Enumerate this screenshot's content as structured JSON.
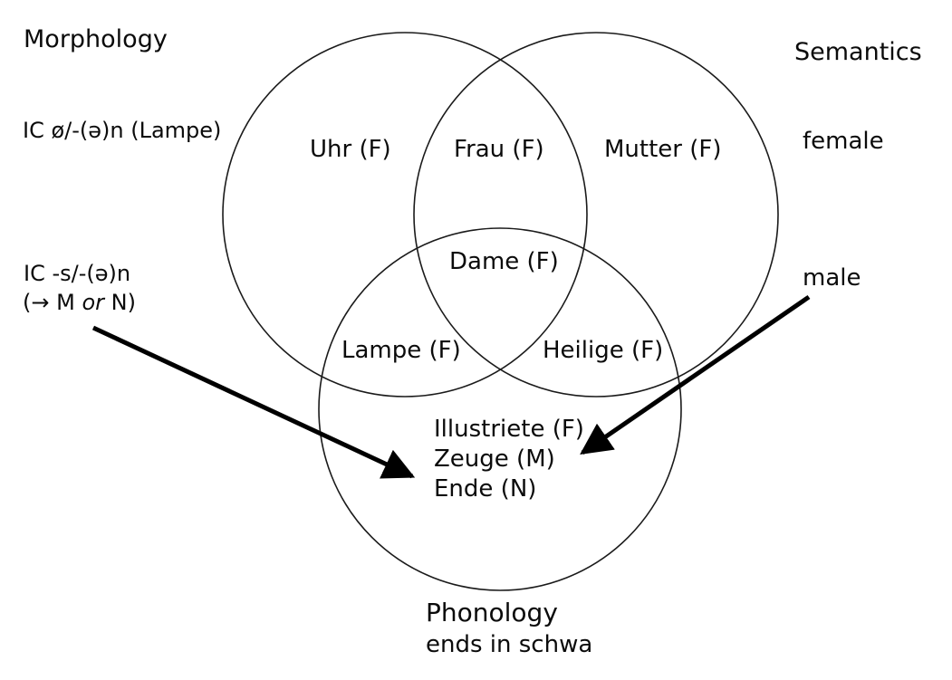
{
  "page": {
    "background": "#ffffff",
    "ink": "#000000"
  },
  "venn": {
    "circles": {
      "morphology": {
        "title": "Morphology",
        "criterion": "IC ø/-(ə)n (Lampe)"
      },
      "semantics": {
        "title": "Semantics",
        "label_female": "female",
        "label_male": "male"
      },
      "phonology": {
        "title": "Phonology",
        "criterion": "ends in schwa"
      }
    },
    "regions": {
      "morphology_only": "Uhr (F)",
      "morphology_semantics": "Frau (F)",
      "semantics_only": "Mutter (F)",
      "morphology_semantics_phonology": "Dame (F)",
      "morphology_phonology": "Lampe (F)",
      "semantics_phonology": "Heilige (F)",
      "phonology_only": [
        "Illustriete (F)",
        "Zeuge (M)",
        "Ende (N)"
      ]
    },
    "annotation_ic_s": {
      "line1": "IC -s/-(ə)n",
      "line2_prefix": "(→ M ",
      "line2_italic": "or",
      "line2_suffix": " N)"
    }
  }
}
